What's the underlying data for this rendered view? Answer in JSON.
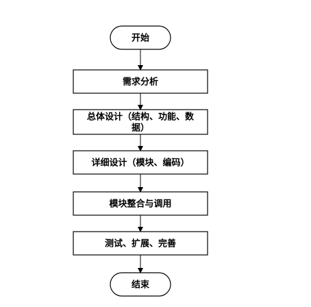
{
  "flowchart": {
    "nodes": [
      {
        "id": "start",
        "shape": "terminal",
        "lines": [
          "开始"
        ]
      },
      {
        "id": "requirements",
        "shape": "process",
        "lines": [
          "需求分析"
        ]
      },
      {
        "id": "overall-design",
        "shape": "process",
        "lines": [
          "总体设计（结构、功能、数",
          "据）"
        ]
      },
      {
        "id": "detail-design",
        "shape": "process",
        "lines": [
          "详细设计（模块、编码）"
        ]
      },
      {
        "id": "integration",
        "shape": "process",
        "lines": [
          "模块整合与调用"
        ]
      },
      {
        "id": "testing",
        "shape": "process",
        "lines": [
          "测试、扩展、完善"
        ]
      },
      {
        "id": "end",
        "shape": "terminal",
        "lines": [
          "结束"
        ]
      }
    ],
    "edges": [
      {
        "from": "start",
        "to": "requirements"
      },
      {
        "from": "requirements",
        "to": "overall-design"
      },
      {
        "from": "overall-design",
        "to": "detail-design"
      },
      {
        "from": "detail-design",
        "to": "integration"
      },
      {
        "from": "integration",
        "to": "testing"
      },
      {
        "from": "testing",
        "to": "end"
      }
    ]
  },
  "colors": {
    "stroke": "#000000",
    "fill": "#ffffff",
    "text": "#000000"
  }
}
